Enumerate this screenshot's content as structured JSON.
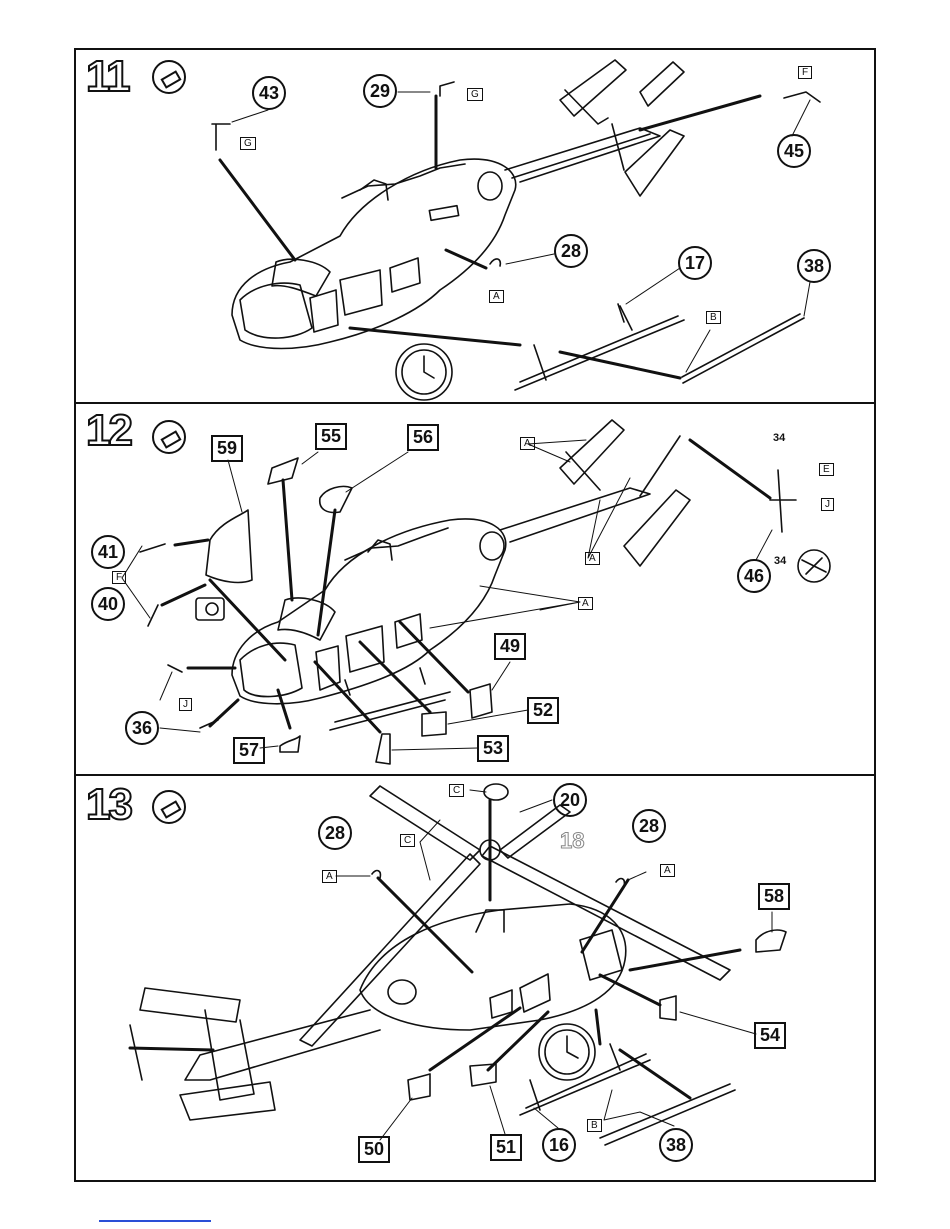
{
  "steps": [
    {
      "number": "11",
      "callouts": [
        "43",
        "29",
        "28",
        "17",
        "38",
        "45"
      ],
      "tags": [
        "G",
        "G",
        "A",
        "B",
        "F"
      ]
    },
    {
      "number": "12",
      "callouts": [
        "41",
        "40",
        "36",
        "46"
      ],
      "boxes": [
        "59",
        "55",
        "56",
        "49",
        "52",
        "53",
        "57"
      ],
      "tags": [
        "A",
        "A",
        "A",
        "F",
        "J",
        "E",
        "J"
      ],
      "small_labels": [
        "34",
        "34"
      ]
    },
    {
      "number": "13",
      "callouts": [
        "20",
        "28",
        "28",
        "16",
        "38"
      ],
      "boxes": [
        "58",
        "54",
        "50",
        "51"
      ],
      "tags": [
        "C",
        "C",
        "A",
        "A",
        "B"
      ],
      "ghost_label": "18"
    }
  ]
}
